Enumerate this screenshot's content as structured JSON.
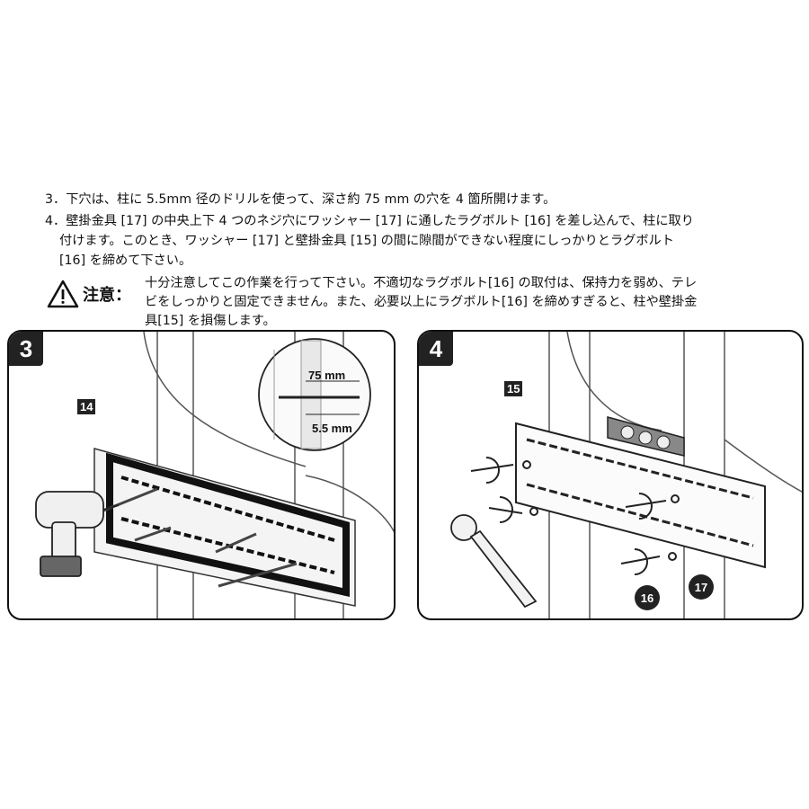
{
  "steps": {
    "step3_text": "3．下穴は、柱に 5.5mm 径のドリルを使って、深さ約 75 mm の穴を 4 箇所開けます。",
    "step4_line1": "4．壁掛金具 [17] の中央上下 4 つのネジ穴にワッシャー [17] に通したラグボルト [16] を差し込んで、柱に取り",
    "step4_line2": "付けます。このとき、ワッシャー [17] と壁掛金具 [15] の間に隙間ができない程度にしっかりとラグボルト",
    "step4_line3": "[16] を締めて下さい。"
  },
  "caution": {
    "label": "注意",
    "colon": "：",
    "line1": "十分注意してこの作業を行って下さい。不適切なラグボルト[16] の取付は、保持力を弱め、テレ",
    "line2": "ビをしっかりと固定できません。また、必要以上にラグボルト[16] を締めすぎると、柱や壁掛金",
    "line3": "具[15] を損傷します。"
  },
  "panel3": {
    "badge": "3",
    "part_label": "14",
    "depth_label": "75 mm",
    "diameter_label": "5.5 mm"
  },
  "panel4": {
    "badge": "4",
    "part_label": "15",
    "bolt_label": "16",
    "washer_label": "17"
  },
  "icons": {
    "caution": "warning-triangle-icon",
    "drill": "power-drill-icon",
    "ratchet": "ratchet-wrench-icon",
    "level": "spirit-level-icon"
  },
  "colors": {
    "label_bg": "#222222",
    "line": "#111111"
  }
}
